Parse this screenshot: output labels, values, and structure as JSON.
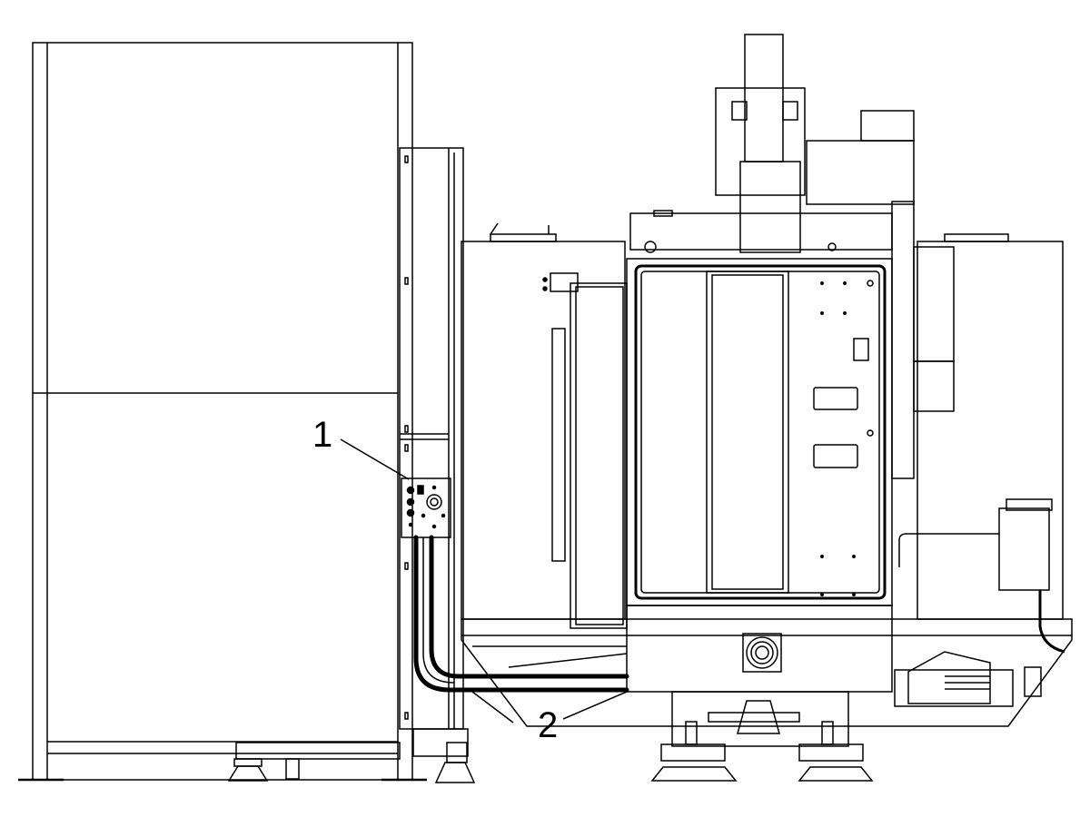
{
  "diagram": {
    "callouts": [
      {
        "id": "1",
        "label": "1"
      },
      {
        "id": "2",
        "label": "2"
      }
    ],
    "colors": {
      "line": "#000000",
      "fill": "#ffffff"
    }
  }
}
